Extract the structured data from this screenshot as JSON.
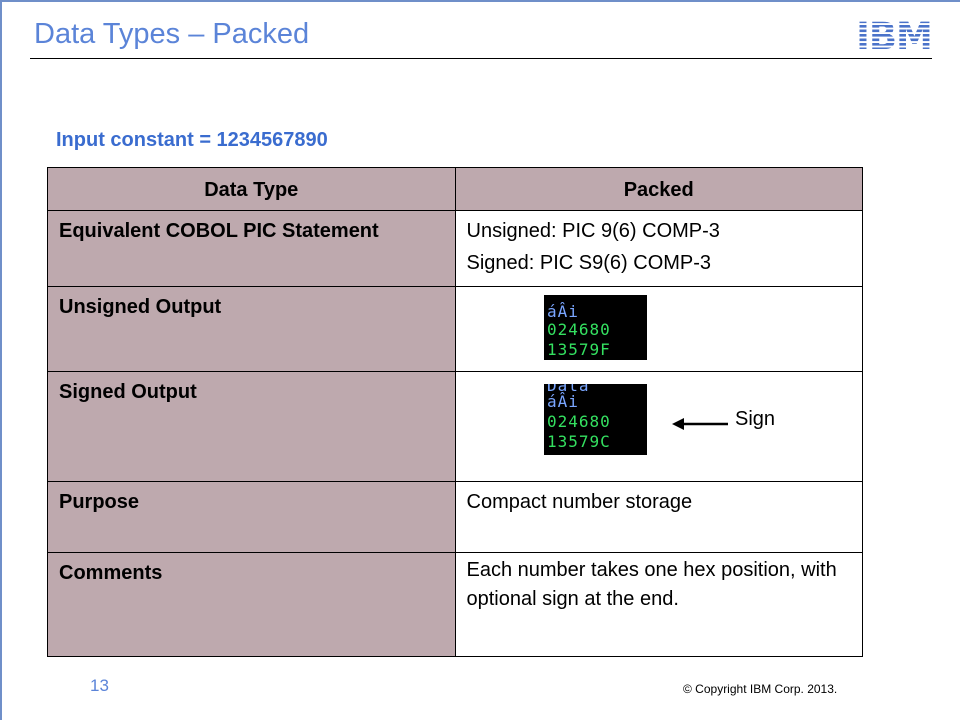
{
  "slide": {
    "title": "Data Types – Packed",
    "logo_text": "IBM",
    "input_constant": "Input constant = 1234567890",
    "page_number": "13",
    "copyright": "© Copyright  IBM Corp. 2013."
  },
  "table": {
    "headers": [
      "Data Type",
      "Packed"
    ],
    "rows": [
      {
        "label": "Equivalent COBOL PIC Statement",
        "value_lines": [
          "Unsigned: PIC 9(6) COMP-3",
          "Signed: PIC S9(6) COMP-3"
        ]
      },
      {
        "label": "Unsigned Output"
      },
      {
        "label": "Signed Output"
      },
      {
        "label": "Purpose",
        "value_lines": [
          "Compact number storage"
        ]
      },
      {
        "label": "Comments",
        "value_lines": [
          "Each number takes one hex position, with optional sign at the end."
        ]
      }
    ]
  },
  "unsigned_output": {
    "line1": "áÂi",
    "line2": "024680",
    "line3": "13579F"
  },
  "signed_output": {
    "line0": "Data",
    "line1": "áÂi",
    "line2": "024680",
    "line3": "13579C"
  },
  "sign_label": "Sign",
  "colors": {
    "title": "#5b84d8",
    "label_cell": "#bea9ae",
    "terminal_bg": "#000000",
    "terminal_green": "#34e060",
    "terminal_blue": "#7aa6ff"
  }
}
